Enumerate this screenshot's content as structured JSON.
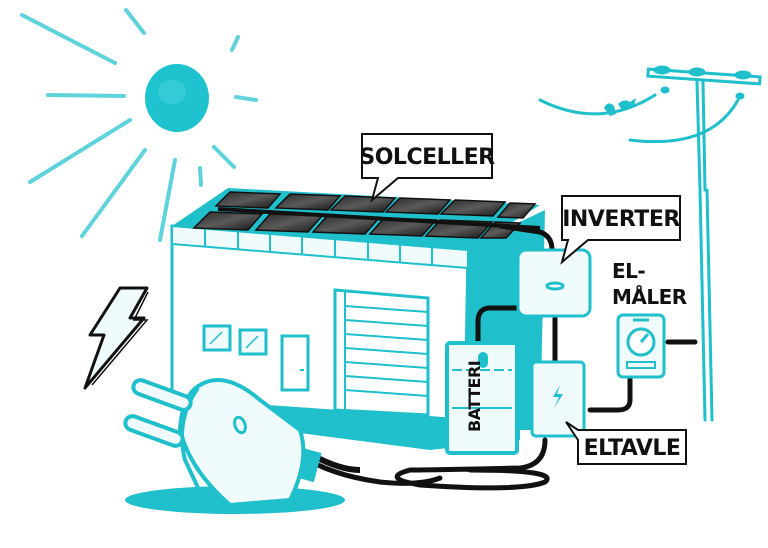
{
  "diagram": {
    "title": "Solar energy system illustration",
    "colors": {
      "accent": "#1fbfcc",
      "accent_dark": "#0fa8b6",
      "panel": "#1a1a1a",
      "outline": "#111111",
      "light_fill": "#f0fbfd",
      "background": "#ffffff"
    },
    "labels": {
      "solar_panels": "SOLCELLER",
      "inverter": "INVERTER",
      "meter_line1": "EL-",
      "meter_line2": "MÅLER",
      "battery": "BATTERI",
      "switchboard": "ELTAVLE"
    },
    "icons": [
      "sun-icon",
      "lightning-bolt-icon",
      "power-pole-icon",
      "birds-icon",
      "plug-icon",
      "gauge-icon"
    ]
  }
}
